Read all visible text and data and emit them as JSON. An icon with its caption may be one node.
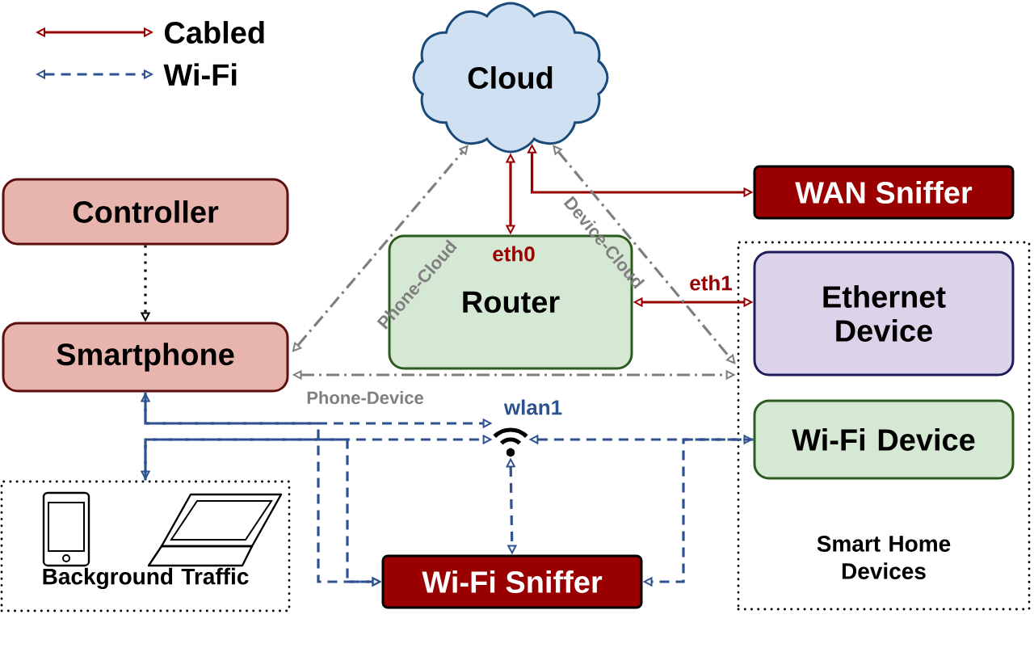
{
  "diagram": {
    "nodes": [
      {
        "text": [
          "Cloud"
        ]
      },
      {
        "text": [
          "WAN Sniffer"
        ]
      },
      {
        "text": [
          "Controller"
        ]
      },
      {
        "text": [
          "Router"
        ]
      },
      {
        "text": [
          "Smart Home Devices"
        ]
      },
      {
        "text": [
          "Ethernet Device"
        ],
        "in": 4
      },
      {
        "text": [
          "Wi-Fi Device"
        ],
        "in": 4
      },
      {
        "text": [
          "Smartphone"
        ]
      },
      {
        "text": [
          "Background Traffic"
        ]
      },
      {
        "text": [],
        "shape": "picture",
        "beside": [
          "wlan1"
        ]
      },
      {
        "text": [
          "Wi-Fi Sniffer"
        ]
      }
    ],
    "edges": [
      {
        "from": 1,
        "to": 0,
        "arrow": "both",
        "color": "#990000"
      },
      {
        "from": 0,
        "to": 3,
        "arrow": "both",
        "color": "#990000"
      },
      {
        "from": 3,
        "to": 5,
        "arrow": "both",
        "color": "#990000"
      },
      {
        "from": 2,
        "to": 7,
        "arrow": "to",
        "color": "#000000",
        "style": "dashed"
      },
      {
        "from": 7,
        "to": 0,
        "arrow": "both",
        "color": "#7f7f7f",
        "style": "dashed",
        "label": "Phone-Cloud"
      },
      {
        "from": 0,
        "to": 4,
        "arrow": "both",
        "color": "#7f7f7f",
        "style": "dashed",
        "label": "Device-Cloud"
      },
      {
        "from": 7,
        "to": 4,
        "arrow": "both",
        "color": "#7f7f7f",
        "style": "dashed",
        "label": "Phone-Device"
      },
      {
        "from": 7,
        "to": 9,
        "arrow": "both",
        "style": "dashed"
      },
      {
        "from": 8,
        "to": 9,
        "arrow": "both",
        "style": "dashed"
      },
      {
        "from": 9,
        "to": 6,
        "arrow": "both",
        "style": "dashed"
      },
      {
        "from": 9,
        "to": 10,
        "arrow": "both",
        "style": "dashed"
      },
      {
        "from": 7,
        "to": 10,
        "arrow": "to",
        "style": "dashed"
      },
      {
        "from": 8,
        "to": 10,
        "arrow": "to",
        "style": "dashed"
      },
      {
        "from": 6,
        "to": 10,
        "arrow": "to",
        "style": "dashed"
      }
    ],
    "labels": [
      "eth0",
      "eth1"
    ],
    "legend": [
      {
        "text": "Cabled"
      },
      {
        "text": "Wi-Fi"
      }
    ]
  }
}
